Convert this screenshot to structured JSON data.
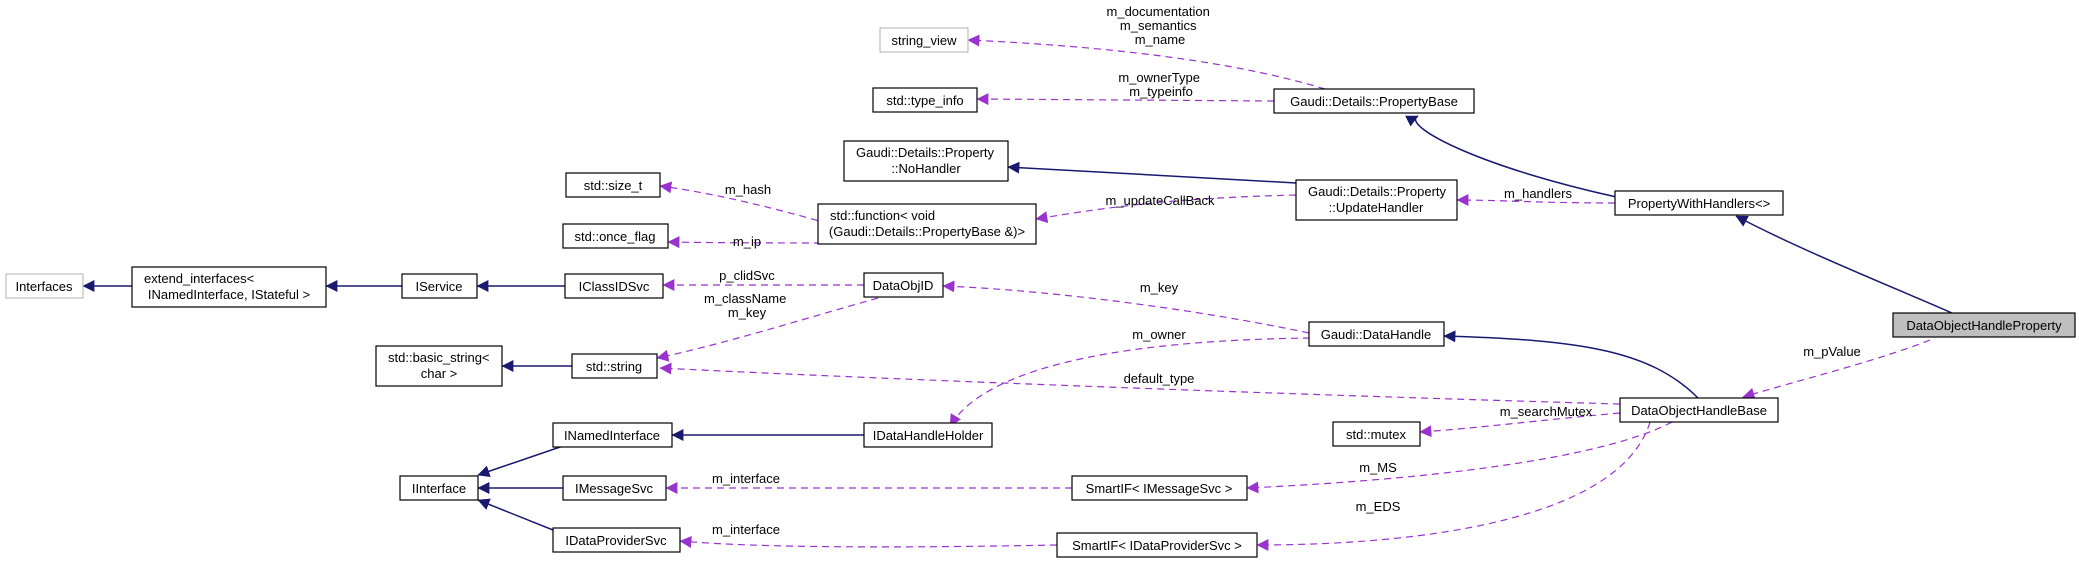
{
  "nodes": {
    "interfaces": "Interfaces",
    "extend_interfaces": [
      "extend_interfaces<",
      " INamedInterface, IStateful >"
    ],
    "iservice": "IService",
    "iclassidsvc": "IClassIDSvc",
    "size_t": "std::size_t",
    "once_flag": "std::once_flag",
    "dataobjid": "DataObjID",
    "basic_string": [
      "std::basic_string<",
      " char >"
    ],
    "std_string": "std::string",
    "inamedinterface": "INamedInterface",
    "iinterface": "IInterface",
    "imessagesvc": "IMessageSvc",
    "idataprovidersvc": "IDataProviderSvc",
    "string_view": "string_view",
    "type_info": "std::type_info",
    "nohandler": [
      "Gaudi::Details::Property",
      " ::NoHandler"
    ],
    "std_function": [
      "std::function< void",
      " (Gaudi::Details::PropertyBase &)>"
    ],
    "propertybase": "Gaudi::Details::PropertyBase",
    "updatehandler": [
      "Gaudi::Details::Property",
      " ::UpdateHandler"
    ],
    "propertywithhandlers": "PropertyWithHandlers<>",
    "datahandle": "Gaudi::DataHandle",
    "idatahandleholder": "IDataHandleHolder",
    "mutex": "std::mutex",
    "smartif_msg": "SmartIF< IMessageSvc >",
    "smartif_dp": "SmartIF< IDataProviderSvc >",
    "dataobjecthandlebase": "DataObjectHandleBase",
    "dataobjecthandleproperty": "DataObjectHandleProperty"
  },
  "edge_labels": {
    "m_documentation": [
      "m_documentation",
      "m_semantics",
      "m_name"
    ],
    "m_ownertype": [
      "m_ownerType",
      "m_typeinfo"
    ],
    "m_hash": "m_hash",
    "m_ip": "m_ip",
    "p_clidsvc": "p_clidSvc",
    "m_classname": [
      "m_className",
      "m_key"
    ],
    "m_updatecallback": "m_updateCallBack",
    "m_handlers": "m_handlers",
    "m_key": "m_key",
    "m_owner": "m_owner",
    "default_type": "default_type",
    "m_searchmutex": "m_searchMutex",
    "m_ms": "m_MS",
    "m_eds": "m_EDS",
    "m_interface_msg": "m_interface",
    "m_interface_dp": "m_interface",
    "m_pvalue": "m_pValue"
  },
  "colors": {
    "inheritance": "#191970",
    "usage": "#9a32cd",
    "highlight_fill": "#bfbfbf",
    "grey_border": "#bfbfbf"
  }
}
